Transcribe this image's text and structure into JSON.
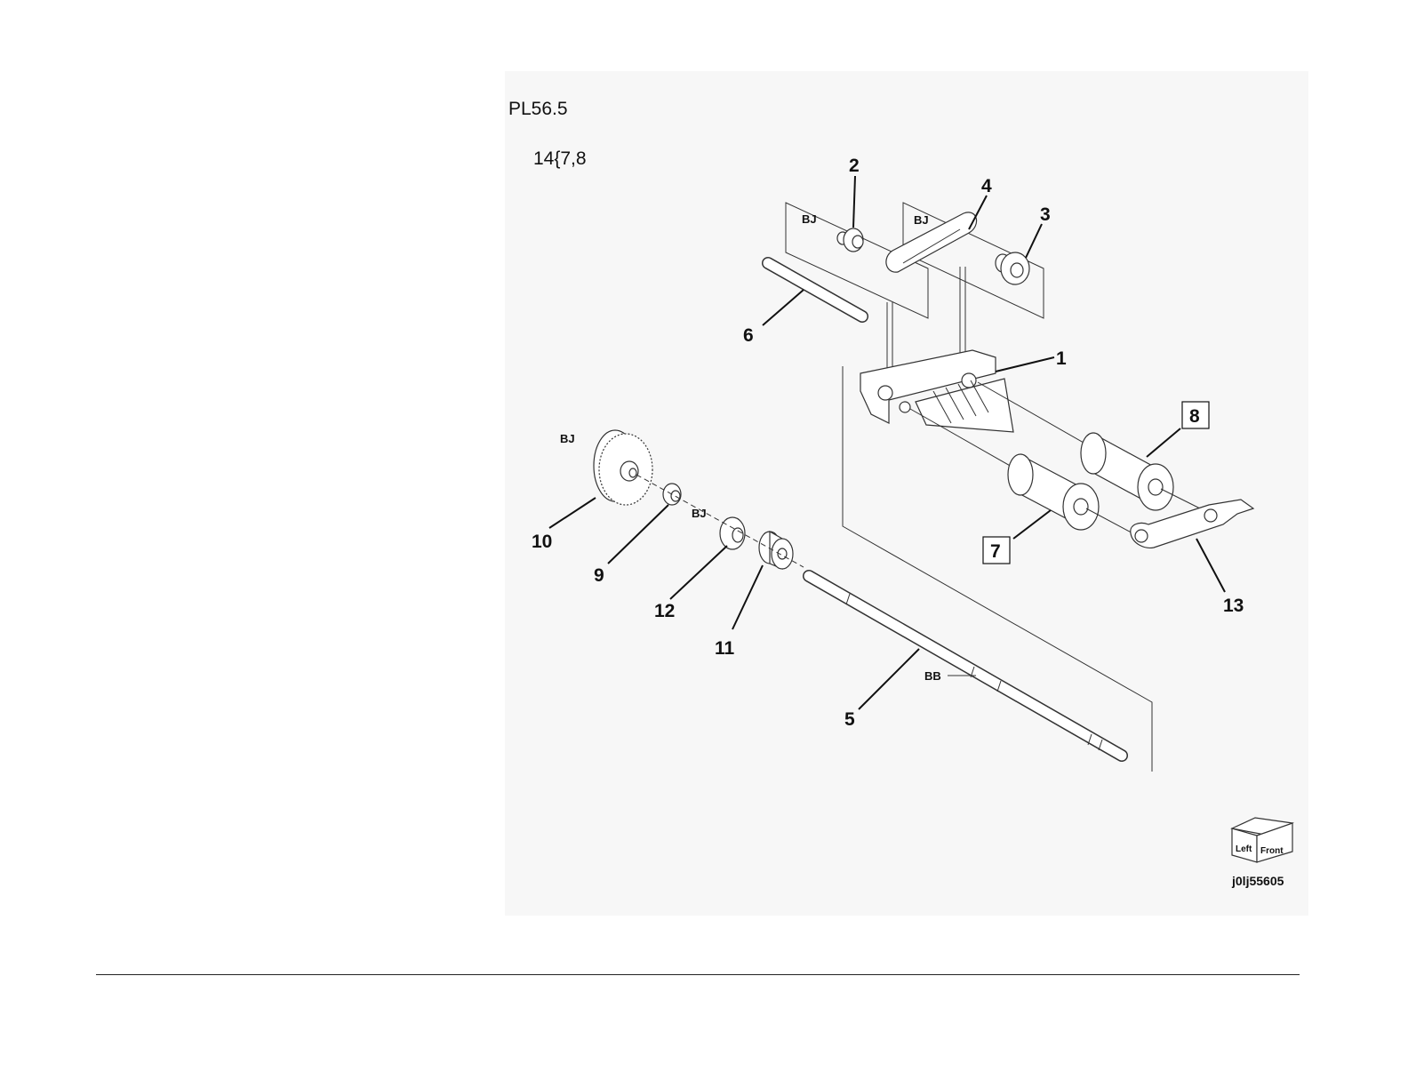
{
  "figure": {
    "title": "PL56.5",
    "note": "14{7,8",
    "image_code": "j0lj55605",
    "orientation": {
      "left_label": "Left",
      "front_label": "Front"
    }
  },
  "callouts": {
    "c1": "1",
    "c2": "2",
    "c3": "3",
    "c4": "4",
    "c5": "5",
    "c6": "6",
    "c7": "7",
    "c8": "8",
    "c9": "9",
    "c10": "10",
    "c11": "11",
    "c12": "12",
    "c13": "13"
  },
  "tags": {
    "bj1": "BJ",
    "bj2": "BJ",
    "bj3": "BJ",
    "bj4": "BJ",
    "bb": "BB"
  }
}
